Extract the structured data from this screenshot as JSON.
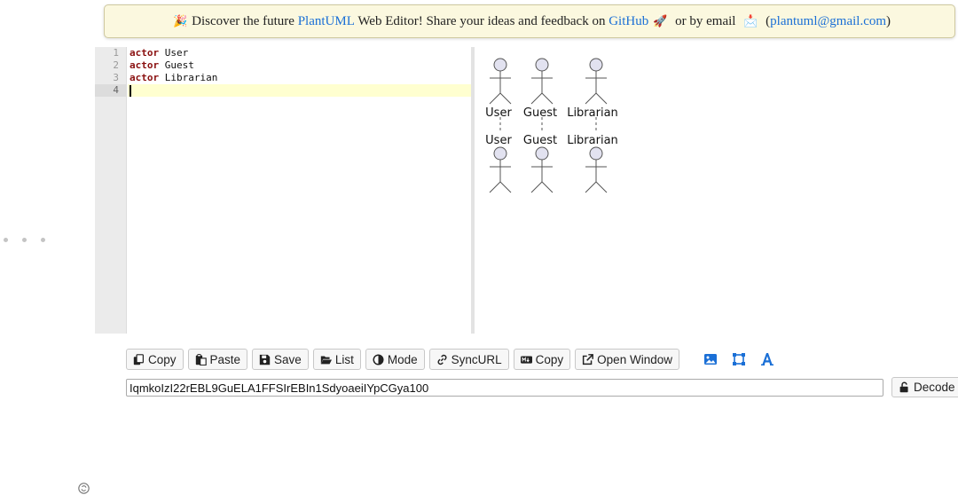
{
  "banner": {
    "emoji_party": "🎉",
    "text_before": "Discover the future ",
    "plantuml_link": "PlantUML",
    "text_middle": " Web Editor! Share your ideas and feedback on ",
    "github_link": "GitHub",
    "emoji_rocket": "🚀",
    "text_after": " or by email ",
    "emoji_mail": "📩",
    "paren_open": " (",
    "email_link": "plantuml@gmail.com",
    "paren_close": ")"
  },
  "editor": {
    "line_numbers": [
      "1",
      "2",
      "3",
      "4"
    ],
    "lines": [
      {
        "keyword": "actor",
        "rest": " User"
      },
      {
        "keyword": "actor",
        "rest": " Guest"
      },
      {
        "keyword": "actor",
        "rest": " Librarian"
      },
      {
        "keyword": "",
        "rest": ""
      }
    ],
    "active_line": 4
  },
  "diagram": {
    "actors": [
      "User",
      "Guest",
      "Librarian"
    ]
  },
  "toolbar": {
    "copy_label": "Copy",
    "paste_label": "Paste",
    "save_label": "Save",
    "list_label": "List",
    "mode_label": "Mode",
    "syncurl_label": "SyncURL",
    "copy2_label": "Copy",
    "open_window_label": "Open Window",
    "icons": [
      "image-icon",
      "vector-icon",
      "font-icon"
    ],
    "accent_color": "#1a6fd6"
  },
  "encoded": {
    "value": "IqmkoIzI22rEBL9GuELA1FFSIrEBIn1SdyoaeiIYpCGya100",
    "decode_label": "Decode"
  }
}
